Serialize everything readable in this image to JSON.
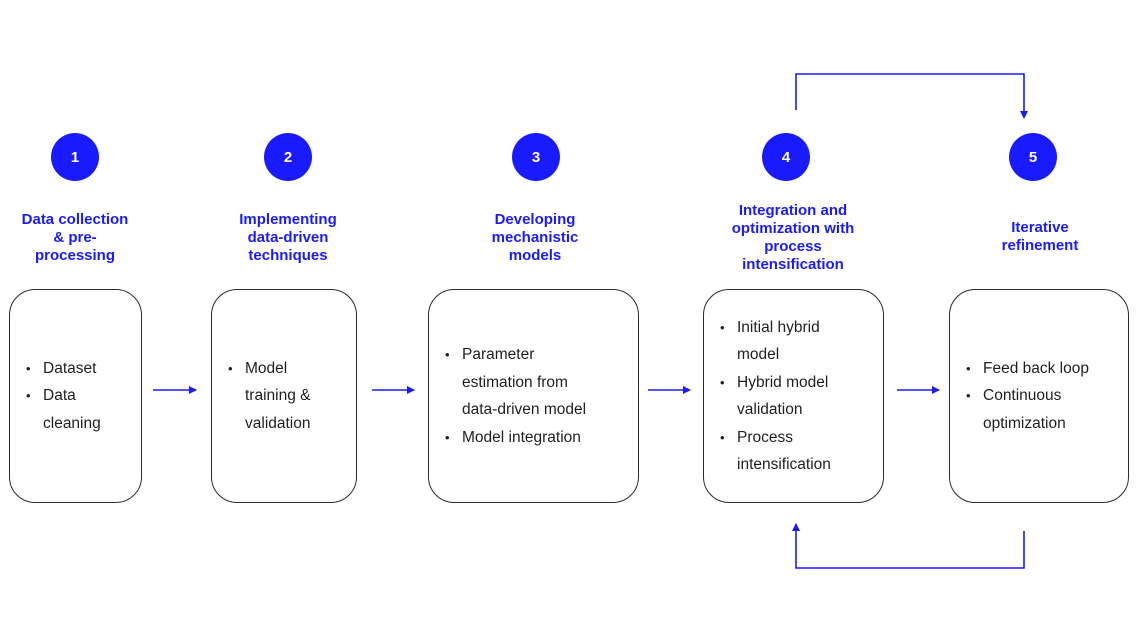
{
  "colors": {
    "accent": "#1a1aff",
    "box_border": "#2b2b2b",
    "text": "#1f1f1f"
  },
  "stages": [
    {
      "number": "1",
      "title": [
        "Data collection",
        "& pre-",
        "processing"
      ],
      "items": [
        [
          "Dataset"
        ],
        [
          "Data",
          "cleaning"
        ]
      ]
    },
    {
      "number": "2",
      "title": [
        "Implementing",
        "data-driven",
        "techniques"
      ],
      "items": [
        [
          "Model",
          "training &",
          "validation"
        ]
      ]
    },
    {
      "number": "3",
      "title": [
        "Developing",
        "mechanistic",
        "models"
      ],
      "items": [
        [
          "Parameter",
          "estimation from",
          "data-driven model"
        ],
        [
          "Model integration"
        ]
      ]
    },
    {
      "number": "4",
      "title": [
        "Integration and",
        "optimization with",
        "process",
        "intensification"
      ],
      "items": [
        [
          "Initial hybrid",
          "model"
        ],
        [
          "Hybrid model",
          "validation"
        ],
        [
          "Process",
          "intensification"
        ]
      ]
    },
    {
      "number": "5",
      "title": [
        "Iterative",
        "refinement"
      ],
      "items": [
        [
          "Feed back loop"
        ],
        [
          "Continuous",
          "optimization"
        ]
      ]
    }
  ]
}
